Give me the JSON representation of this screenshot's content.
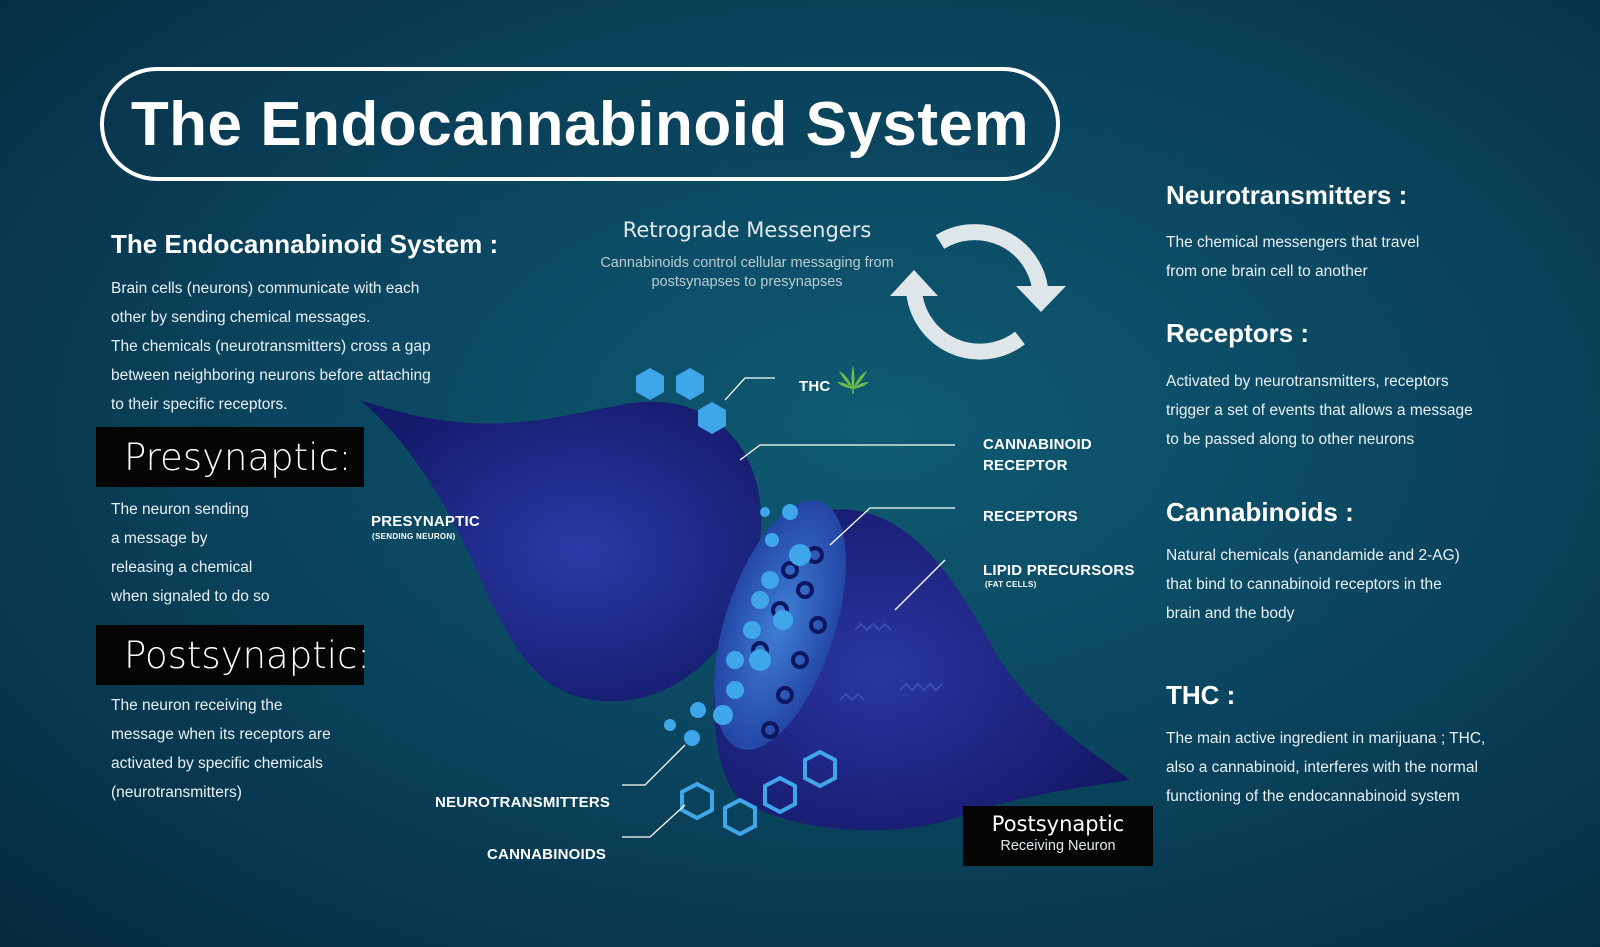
{
  "title": "The Endocannabinoid System",
  "left": {
    "heading": "The Endocannabinoid System :",
    "lines": [
      "Brain cells (neurons) communicate with each",
      "other by sending chemical messages.",
      "The chemicals (neurotransmitters) cross a gap",
      "between neighboring neurons before attaching",
      "to their specific receptors."
    ],
    "presynaptic": {
      "label": "Presynaptic:",
      "lines": [
        "The neuron sending",
        "a message by",
        "releasing a chemical",
        "when signaled to do so"
      ]
    },
    "postsynaptic": {
      "label": "Postsynaptic:",
      "lines": [
        "The neuron  receiving the",
        "message when its receptors are",
        "activated by specific chemicals",
        "(neurotransmitters)"
      ]
    }
  },
  "retrograde": {
    "title": "Retrograde Messengers",
    "lines": [
      "Cannabinoids control cellular messaging from",
      "postsynapses to presynapses"
    ]
  },
  "diagram_labels": {
    "thc": "THC",
    "cannabinoid_receptor": [
      "CANNABINOID",
      "RECEPTOR"
    ],
    "receptors": "RECEPTORS",
    "lipid_precursors": "LIPID PRECURSORS",
    "lipid_sub": "(FAT CELLS)",
    "presynaptic": "PRESYNAPTIC",
    "presynaptic_sub": "(SENDING NEURON)",
    "neurotransmitters": "NEUROTRANSMITTERS",
    "cannabinoids": "CANNABINOIDS",
    "postsynaptic_title": "Postsynaptic",
    "postsynaptic_sub": "Receiving Neuron"
  },
  "right": [
    {
      "heading": "Neurotransmitters :",
      "lines": [
        "The chemical messengers that travel",
        "from one brain cell to another"
      ]
    },
    {
      "heading": "Receptors :",
      "lines": [
        "Activated by neurotransmitters, receptors",
        "trigger a set of events that allows a message",
        "to be passed along to other neurons"
      ]
    },
    {
      "heading": "Cannabinoids :",
      "lines": [
        "Natural chemicals (anandamide and 2-AG)",
        "that bind to cannabinoid receptors in the",
        "brain and the body"
      ]
    },
    {
      "heading": "THC :",
      "lines": [
        "The main active ingredient in marijuana ; THC,",
        "also a cannabinoid, interferes with the normal",
        "functioning of the endocannabinoid system"
      ]
    }
  ],
  "colors": {
    "neuron_dark": "#1a1f7a",
    "neuron_light": "#2a3fb5",
    "dot_blue": "#3fa6ea",
    "leaf_green": "#6cc04a"
  },
  "icons": [
    "cycle-arrows-icon",
    "cannabis-leaf-icon",
    "hexagon-icon"
  ]
}
